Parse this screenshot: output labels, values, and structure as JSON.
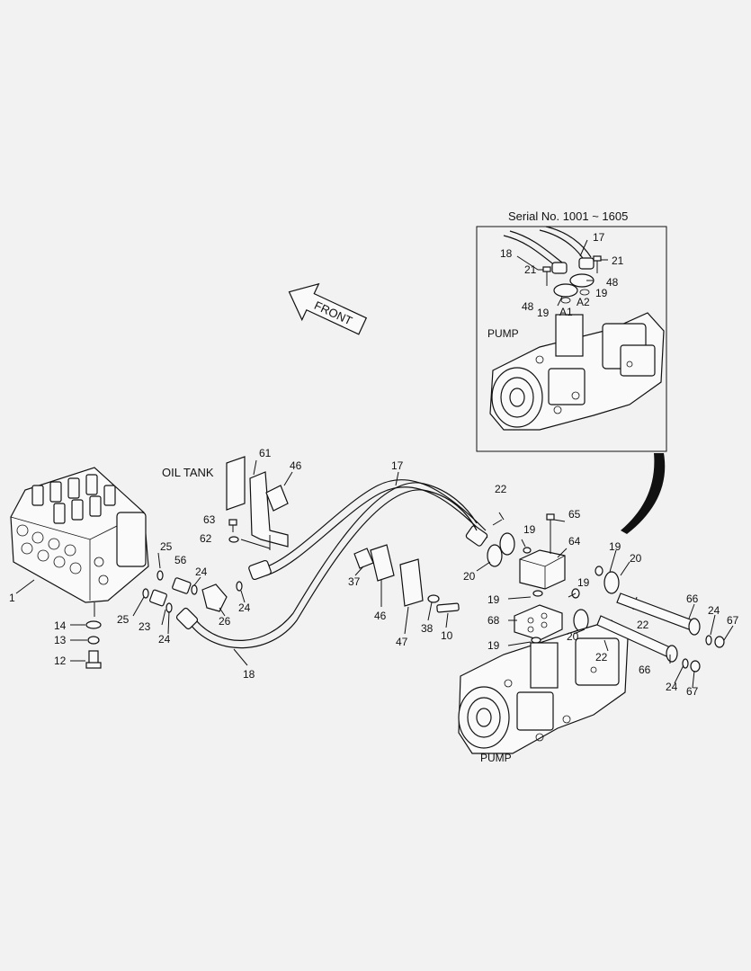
{
  "inset": {
    "title": "Serial No. 1001 ~ 1605"
  },
  "labels": {
    "front": "FRONT",
    "oil_tank": "OIL TANK",
    "pump": "PUMP",
    "port_a1": "A1",
    "port_a2": "A2"
  },
  "callouts": {
    "i18": "18",
    "i17": "17",
    "i21a": "21",
    "i21b": "21",
    "i48a": "48",
    "i48b": "48",
    "i19a": "19",
    "i19b": "19",
    "n61": "61",
    "n46a": "46",
    "n17": "17",
    "n22a": "22",
    "n65": "65",
    "n19a": "19",
    "n64": "64",
    "n63": "63",
    "n62": "62",
    "n25a": "25",
    "n56": "56",
    "n24a": "24",
    "n24b": "24",
    "n26": "26",
    "n37": "37",
    "n46b": "46",
    "n47": "47",
    "n38": "38",
    "n10": "10",
    "n20a": "20",
    "n19b": "19",
    "n20b": "20",
    "n19c": "19",
    "n19d": "19",
    "n68": "68",
    "n19e": "19",
    "n22b": "22",
    "n66a": "66",
    "n24c": "24",
    "n67a": "67",
    "n20c": "20",
    "n22c": "22",
    "n66b": "66",
    "n24d": "24",
    "n67b": "67",
    "n1": "1",
    "n14": "14",
    "n13": "13",
    "n12": "12",
    "n25b": "25",
    "n23": "23",
    "n24e": "24",
    "n18": "18"
  }
}
